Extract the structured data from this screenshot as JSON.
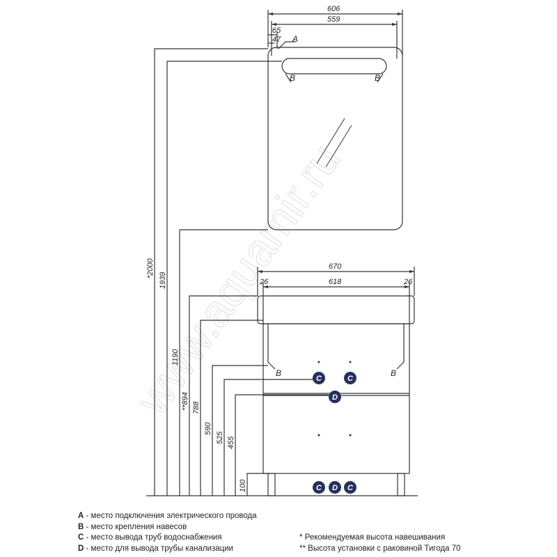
{
  "watermark": "www.aquamir.ru",
  "colors": {
    "marker": "#283060",
    "line": "#333333"
  },
  "mirror_dims": {
    "width_total": "606",
    "width_inner": "559",
    "offset1": "65",
    "offset2": "47",
    "point_a": "A",
    "hook_left": "B",
    "hook_right": "B"
  },
  "cabinet_dims": {
    "width_total": "670",
    "width_inner": "618",
    "side_left": "26",
    "side_right": "26",
    "hook_left": "B",
    "hook_right": "B"
  },
  "heights": [
    "*2000",
    "1939",
    "1190",
    "**894",
    "788",
    "590",
    "525",
    "455",
    "100"
  ],
  "markers": {
    "c1": "C",
    "c2": "C",
    "d": "D",
    "b_c1": "C",
    "b_d": "D",
    "b_c2": "C"
  },
  "legend": {
    "items": [
      {
        "key": "A",
        "text": " - место подключения электрического провода"
      },
      {
        "key": "B",
        "text": " - место крепления навесов"
      },
      {
        "key": "C",
        "text": " - место вывода труб водоснабжения"
      },
      {
        "key": "D",
        "text": " - место для вывода трубы канализации"
      }
    ],
    "notes": [
      "* Рекомендуемая высота навешивания",
      "** Высота установки с раковиной Тигода 70"
    ]
  }
}
